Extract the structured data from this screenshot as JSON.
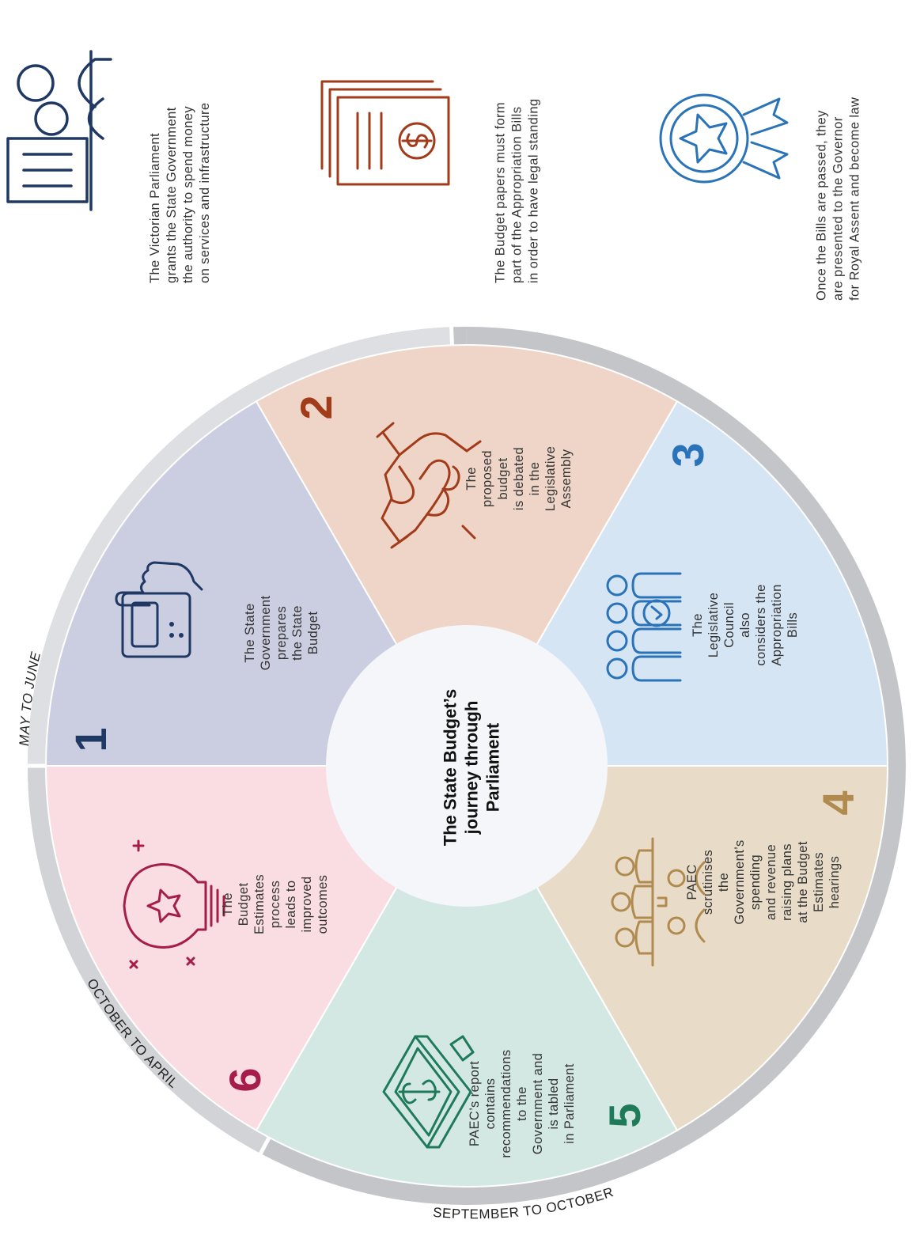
{
  "center": {
    "title": "The State Budget’s\njourney through\nParliament"
  },
  "periods": {
    "may_june": "MAY TO JUNE",
    "oct_april": "OCTOBER TO APRIL",
    "sep_oct": "SEPTEMBER TO OCTOBER"
  },
  "segments": [
    {
      "number": "1",
      "text": "The State Government\nprepares the State\nBudget",
      "color": "#1f3864",
      "fill": "#cbcde0",
      "icon": "touchscreen-hand-icon"
    },
    {
      "number": "2",
      "text": "The proposed budget\nis debated in the\nLegislative Assembly",
      "color": "#a23b1a",
      "fill": "#efd5c7",
      "icon": "handshake-icon"
    },
    {
      "number": "3",
      "text": "The Legislative Council\nalso considers the\nAppropriation Bills",
      "color": "#2a73b8",
      "fill": "#d6e5f4",
      "icon": "council-members-icon"
    },
    {
      "number": "4",
      "text": "PAEC scrutinises the\nGovernment’s spending\nand revenue raising plans\nat the Budget Estimates\nhearings",
      "color": "#b08a4e",
      "fill": "#e8dcc8",
      "icon": "hearing-panel-icon"
    },
    {
      "number": "5",
      "text": "PAEC’s report contains\nrecommendations to the\nGovernment and is tabled\nin Parliament",
      "color": "#1f7a5a",
      "fill": "#d3e8e2",
      "icon": "money-stack-icon"
    },
    {
      "number": "6",
      "text": "The Budget Estimates\nprocess leads to\nimproved outcomes",
      "color": "#a51d4a",
      "fill": "#fadde2",
      "icon": "lightbulb-star-icon"
    }
  ],
  "side_notes": [
    {
      "text": "The Victorian Parliament\ngrants the State Government\nthe authority to spend money\non services and infrastructure",
      "color": "#1f3864",
      "icon": "parliament-building-icon"
    },
    {
      "text": "The Budget papers must form\npart of the Appropriation Bills\nin order to have legal standing",
      "color": "#a23b1a",
      "icon": "budget-document-icon"
    },
    {
      "text": "Once the Bills are passed, they\nare presented to the Governor\nfor Royal Assent and become law",
      "color": "#2a73b8",
      "icon": "award-badge-icon"
    }
  ]
}
